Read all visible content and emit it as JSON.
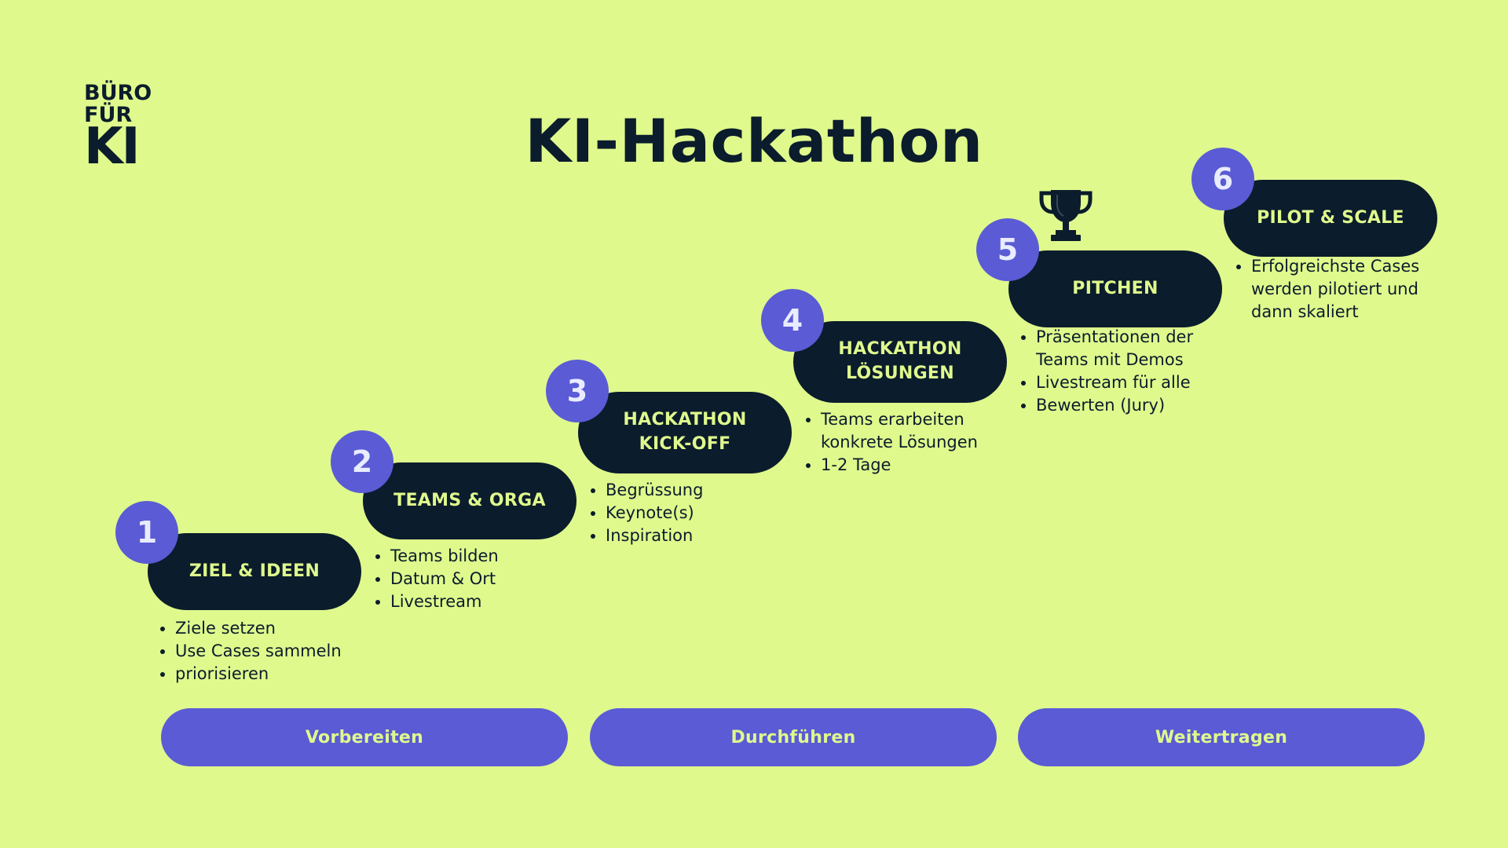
{
  "logo": {
    "line1": "BÜRO",
    "line2": "FÜR",
    "line3": "KI"
  },
  "title": "KI-Hackathon",
  "steps": [
    {
      "number": "1",
      "label": "ZIEL & IDEEN",
      "bullets": [
        "Ziele setzen",
        "Use Cases sammeln",
        "priorisieren"
      ]
    },
    {
      "number": "2",
      "label": "TEAMS & ORGA",
      "bullets": [
        "Teams bilden",
        "Datum & Ort",
        "Livestream"
      ]
    },
    {
      "number": "3",
      "label": "HACKATHON KICK-OFF",
      "bullets": [
        "Begrüssung",
        "Keynote(s)",
        "Inspiration"
      ]
    },
    {
      "number": "4",
      "label": "HACKATHON LÖSUNGEN",
      "bullets": [
        "Teams erarbeiten konkrete Lösungen",
        "1-2 Tage"
      ]
    },
    {
      "number": "5",
      "label": "PITCHEN",
      "bullets": [
        "Präsentationen der Teams mit Demos",
        "Livestream für alle",
        "Bewerten (Jury)"
      ]
    },
    {
      "number": "6",
      "label": "PILOT & SCALE",
      "bullets": [
        "Erfolgreichste Cases werden pilotiert und dann skaliert"
      ]
    }
  ],
  "phases": [
    "Vorbereiten",
    "Durchführen",
    "Weitertragen"
  ],
  "icons": {
    "trophy": "trophy-icon"
  },
  "colors": {
    "background": "#dff98d",
    "navy": "#0b1c2c",
    "purple": "#5a5bd5",
    "lime": "#dff98d"
  }
}
